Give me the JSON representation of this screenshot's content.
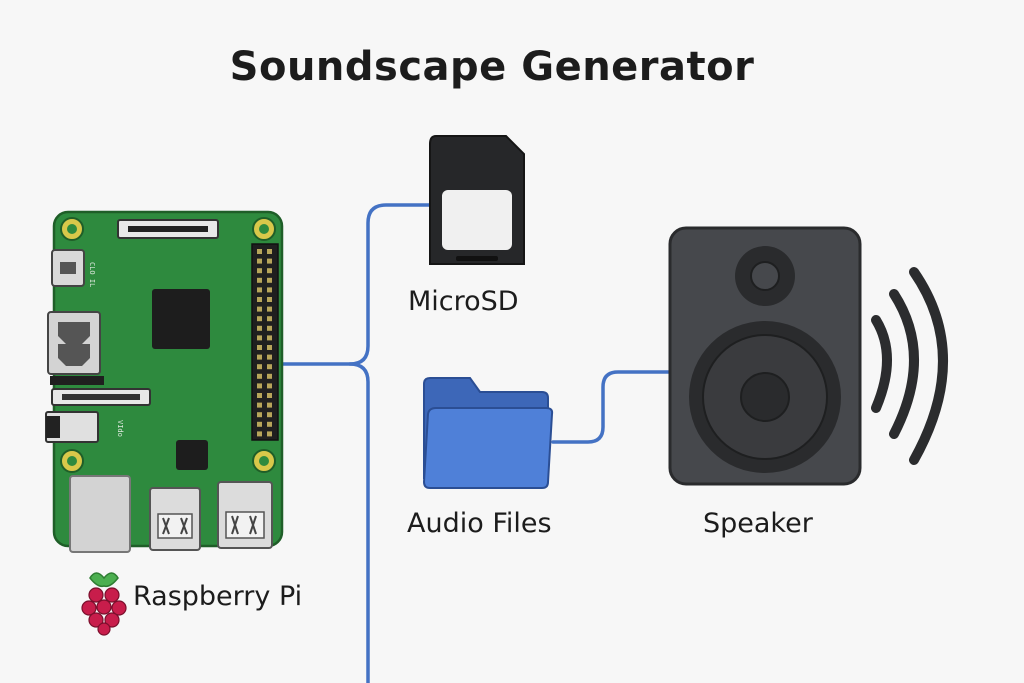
{
  "title": "Soundscape Generator",
  "components": {
    "raspberry_pi": {
      "label": "Raspberry Pi",
      "board_silk_1": "CLO IL",
      "board_silk_2": "VIdo"
    },
    "microsd": {
      "label": "MicroSD"
    },
    "audio_files": {
      "label": "Audio Files"
    },
    "speaker": {
      "label": "Speaker"
    }
  },
  "colors": {
    "board": "#2e8a3e",
    "board_edge": "#24702f",
    "wire": "#4472c4",
    "folder": "#4a78cf",
    "speaker_body": "#46484c",
    "dark": "#262729",
    "sound_waves": "#2b2c2e",
    "raspberry": "#c81d4b",
    "leaf": "#4caf50"
  }
}
